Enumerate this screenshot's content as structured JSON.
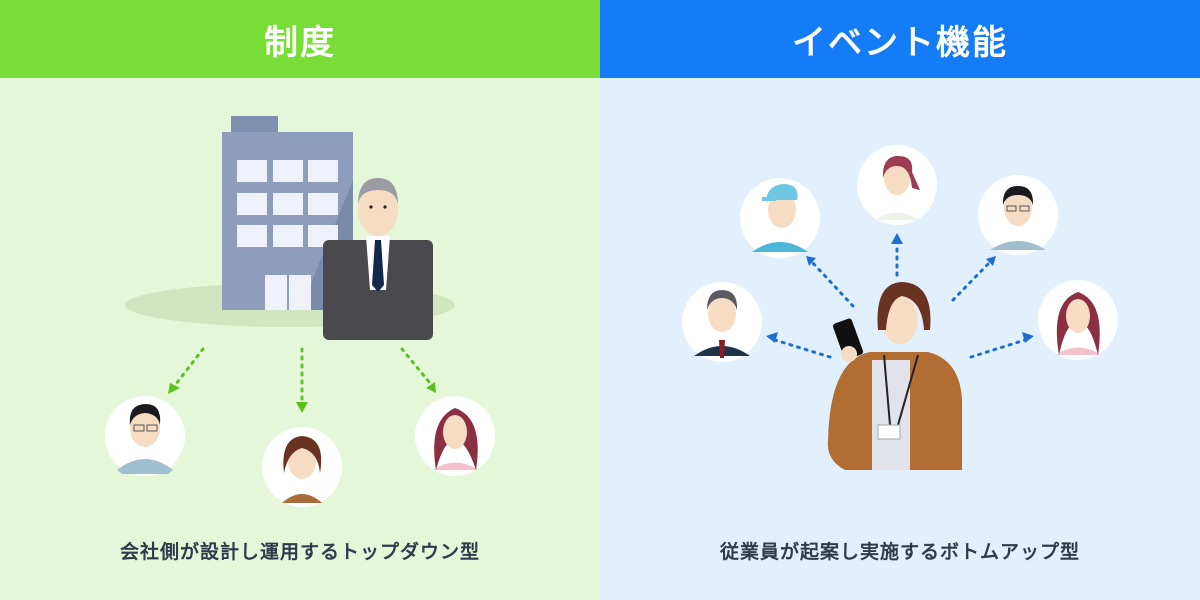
{
  "left_panel": {
    "title": "制度",
    "caption": "会社側が設計し運用するトップダウン型",
    "header_color": "#79dd38",
    "background_color": "#e5f7d9",
    "illustration": {
      "building": "office-building",
      "leader": "executive-in-suit",
      "arrow_color": "#5cc11e",
      "recipients": [
        "employee-man-glasses",
        "employee-woman-short-hair",
        "employee-woman-long-hair"
      ]
    }
  },
  "right_panel": {
    "title": "イベント機能",
    "caption": "従業員が起案し実施するボトムアップ型",
    "header_color": "#137cf6",
    "background_color": "#e2f0fd",
    "illustration": {
      "initiator": "employee-woman-with-smartphone",
      "arrow_color": "#1f6fd1",
      "recipients": [
        "executive-man",
        "worker-man-cap",
        "woman-ponytail",
        "man-glasses",
        "woman-long-hair"
      ]
    }
  }
}
